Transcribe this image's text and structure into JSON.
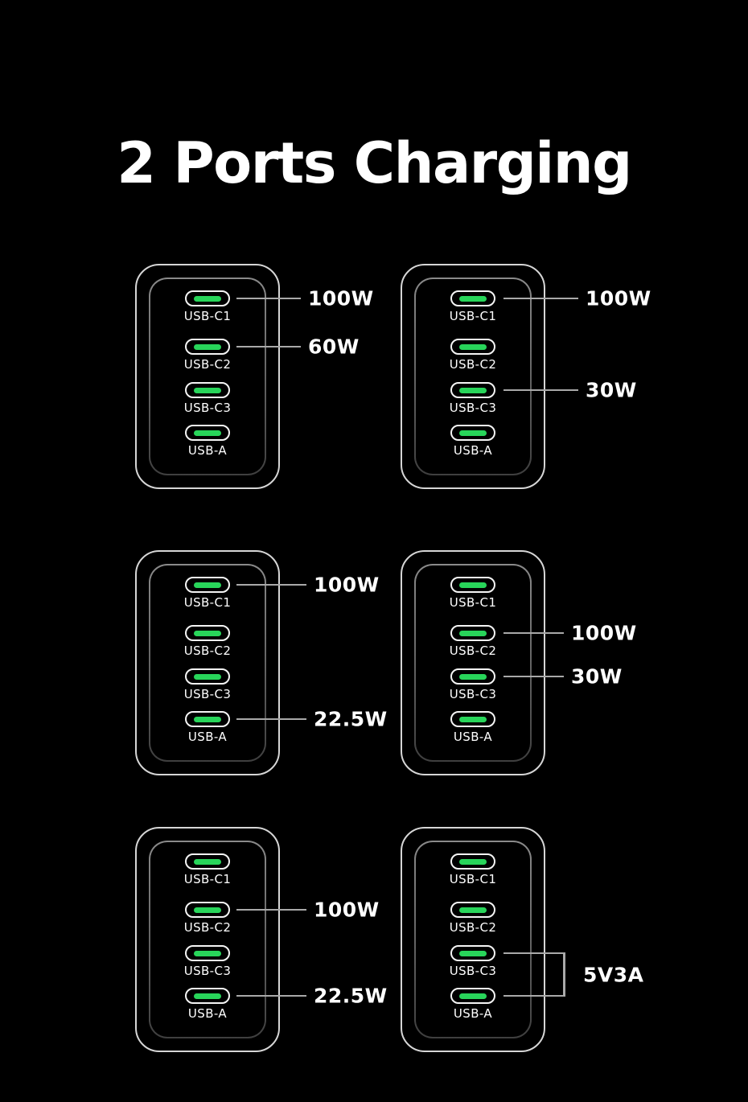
{
  "title": "2 Ports Charging",
  "colors": {
    "background": "#000000",
    "text": "#ffffff",
    "port_green": "#28d55a",
    "callout_line": "#a9a9a9",
    "shell_outer": "#d6d6d6",
    "shell_inner_top": "#8a8a8a",
    "shell_inner_bottom": "#3f3f3f"
  },
  "chargers": [
    {
      "position": "top-left",
      "ports": [
        "USB-C1",
        "USB-C2",
        "USB-C3",
        "USB-A"
      ],
      "callouts": [
        {
          "port": "USB-C1",
          "power": "100W"
        },
        {
          "port": "USB-C2",
          "power": "60W"
        }
      ]
    },
    {
      "position": "top-right",
      "ports": [
        "USB-C1",
        "USB-C2",
        "USB-C3",
        "USB-A"
      ],
      "callouts": [
        {
          "port": "USB-C1",
          "power": "100W"
        },
        {
          "port": "USB-C3",
          "power": "30W"
        }
      ]
    },
    {
      "position": "middle-left",
      "ports": [
        "USB-C1",
        "USB-C2",
        "USB-C3",
        "USB-A"
      ],
      "callouts": [
        {
          "port": "USB-C1",
          "power": "100W"
        },
        {
          "port": "USB-A",
          "power": "22.5W"
        }
      ]
    },
    {
      "position": "middle-right",
      "ports": [
        "USB-C1",
        "USB-C2",
        "USB-C3",
        "USB-A"
      ],
      "callouts": [
        {
          "port": "USB-C2",
          "power": "100W"
        },
        {
          "port": "USB-C3",
          "power": "30W"
        }
      ]
    },
    {
      "position": "bottom-left",
      "ports": [
        "USB-C1",
        "USB-C2",
        "USB-C3",
        "USB-A"
      ],
      "callouts": [
        {
          "port": "USB-C2",
          "power": "100W"
        },
        {
          "port": "USB-A",
          "power": "22.5W"
        }
      ]
    },
    {
      "position": "bottom-right",
      "ports": [
        "USB-C1",
        "USB-C2",
        "USB-C3",
        "USB-A"
      ],
      "callouts": [
        {
          "type": "bracket",
          "ports": [
            "USB-C3",
            "USB-A"
          ],
          "power": "5V3A"
        }
      ]
    }
  ]
}
